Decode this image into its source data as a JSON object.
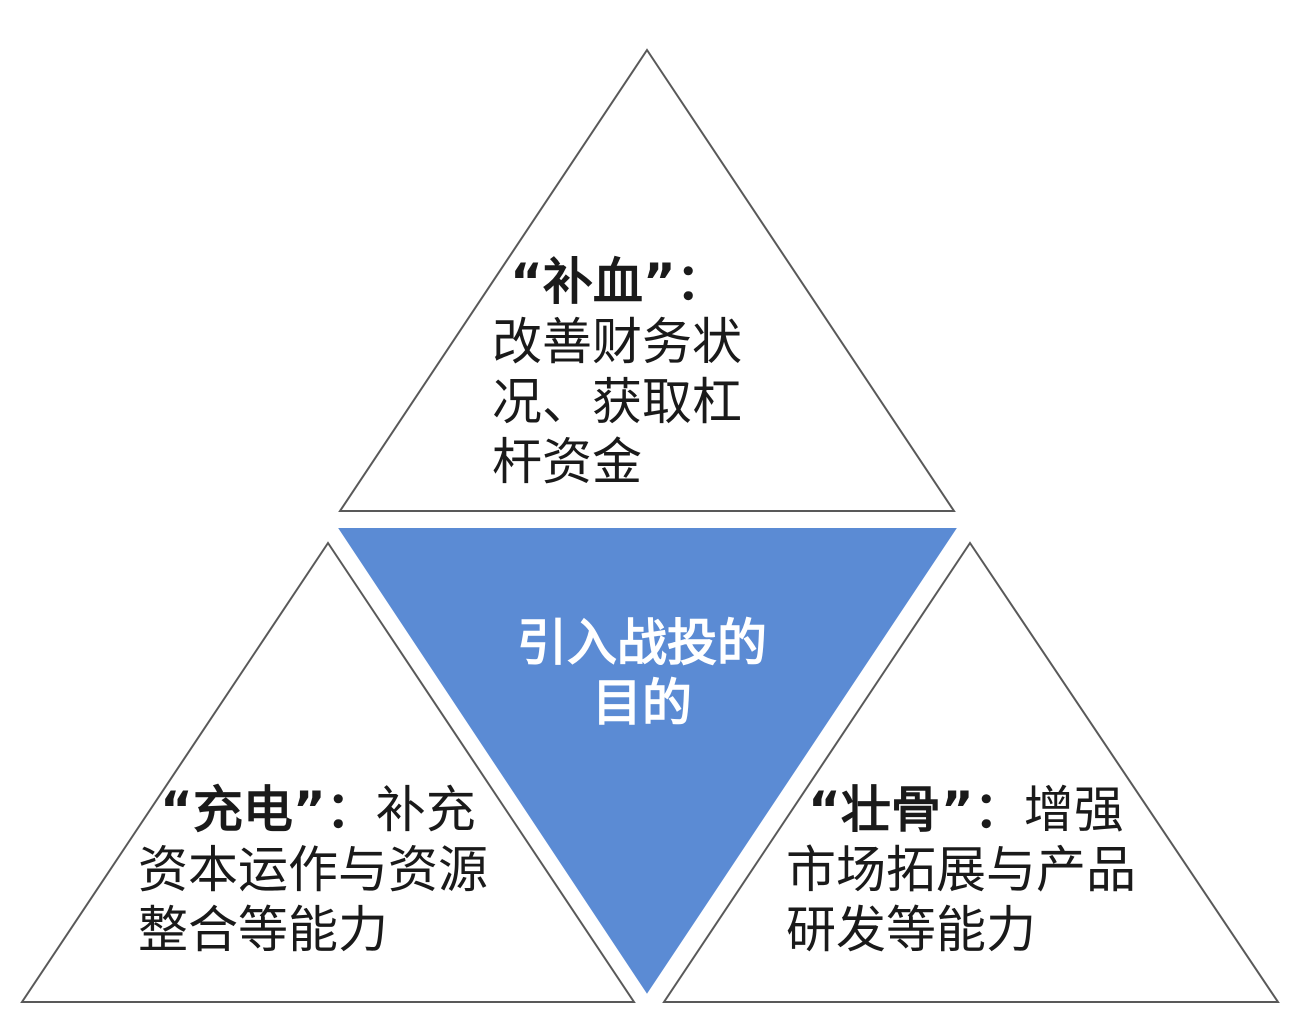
{
  "diagram": {
    "center": {
      "lines": [
        "引入战投的",
        "目的"
      ],
      "fill": "#5b8bd4"
    },
    "top": {
      "heading": "“补血”：",
      "lines": [
        "改善财务状",
        "况、获取杠",
        "杆资金"
      ]
    },
    "left": {
      "heading": "“充电”：",
      "first_line_tail": "补充",
      "lines": [
        "资本运作与资源",
        "整合等能力"
      ]
    },
    "right": {
      "heading": "“壮骨”：",
      "first_line_tail": "增强",
      "lines": [
        "市场拓展与产品",
        "研发等能力"
      ]
    },
    "colors": {
      "outline": "#595959",
      "text": "#1a1a1a",
      "center_text": "#ffffff",
      "background": "#ffffff"
    }
  }
}
